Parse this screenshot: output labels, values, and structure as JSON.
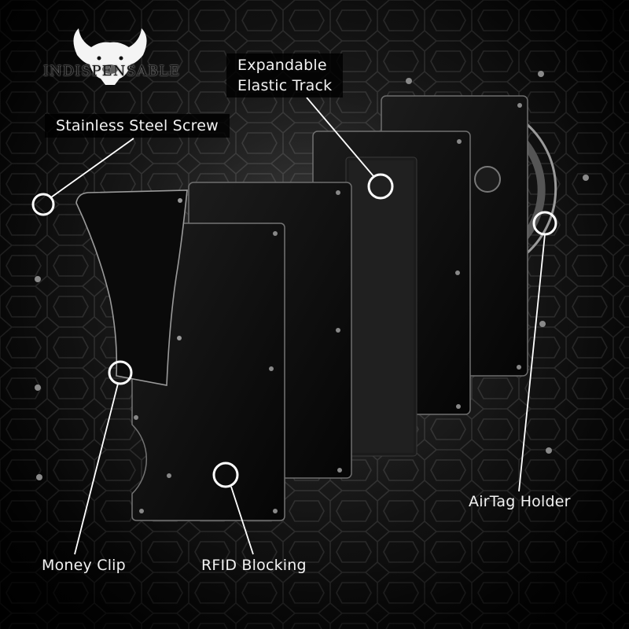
{
  "brand": {
    "name": "INDISPENSABLE",
    "logo_icon": "bull-head-icon"
  },
  "callouts": {
    "stainless_steel_screw": "Stainless Steel Screw",
    "expandable_elastic_track_line1": "Expandable",
    "expandable_elastic_track_line2": "Elastic Track",
    "airtag_holder": "AirTag Holder",
    "money_clip": "Money Clip",
    "rfid_blocking": "RFID Blocking"
  },
  "colors": {
    "background": "#2e2e2e",
    "plate": "#0c0c0c",
    "label_text": "#f2f2f2",
    "leader_line": "#ffffff"
  }
}
